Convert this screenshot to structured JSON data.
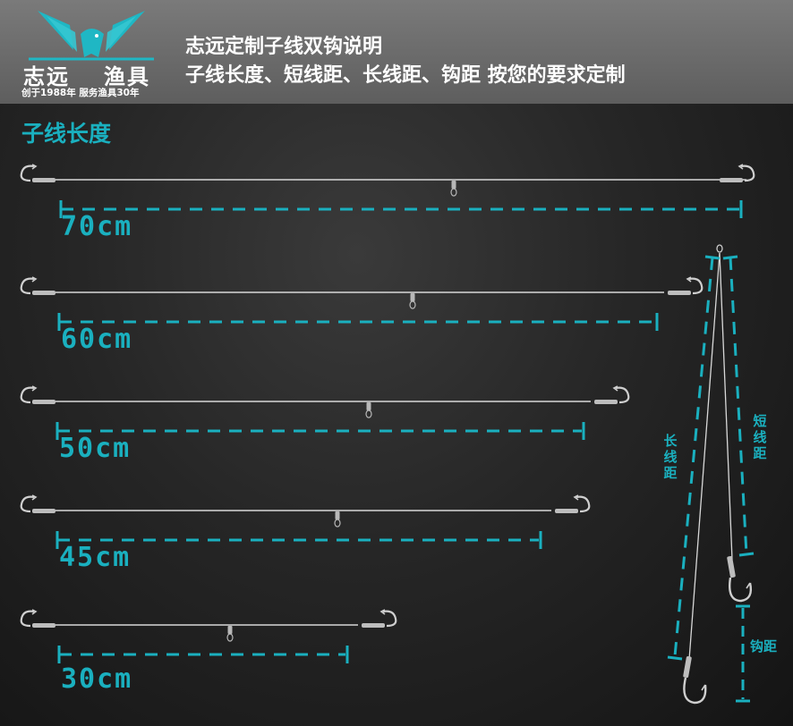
{
  "header": {
    "brand_left": "志远",
    "brand_right": "渔具",
    "slogan": "创于1988年 服务渔具30年",
    "title": "志远定制子线双钩说明",
    "subtitle": "子线长度、短线距、长线距、钩距 按您的要求定制"
  },
  "section_title": "子线长度",
  "rigs": [
    {
      "label": "70cm"
    },
    {
      "label": "60cm"
    },
    {
      "label": "50cm"
    },
    {
      "label": "45cm"
    },
    {
      "label": "30cm"
    }
  ],
  "diagram": {
    "long_line_label": "长线距",
    "short_line_label": "短线距",
    "hook_distance_label": "钩距"
  },
  "colors": {
    "accent": "#1ab0bf",
    "header_bg": "#6b6b6b",
    "line": "#d8d8d8"
  },
  "icons": {
    "logo": "eagle-wings-icon",
    "hook": "fishing-hook-icon",
    "swivel": "swivel-icon"
  }
}
